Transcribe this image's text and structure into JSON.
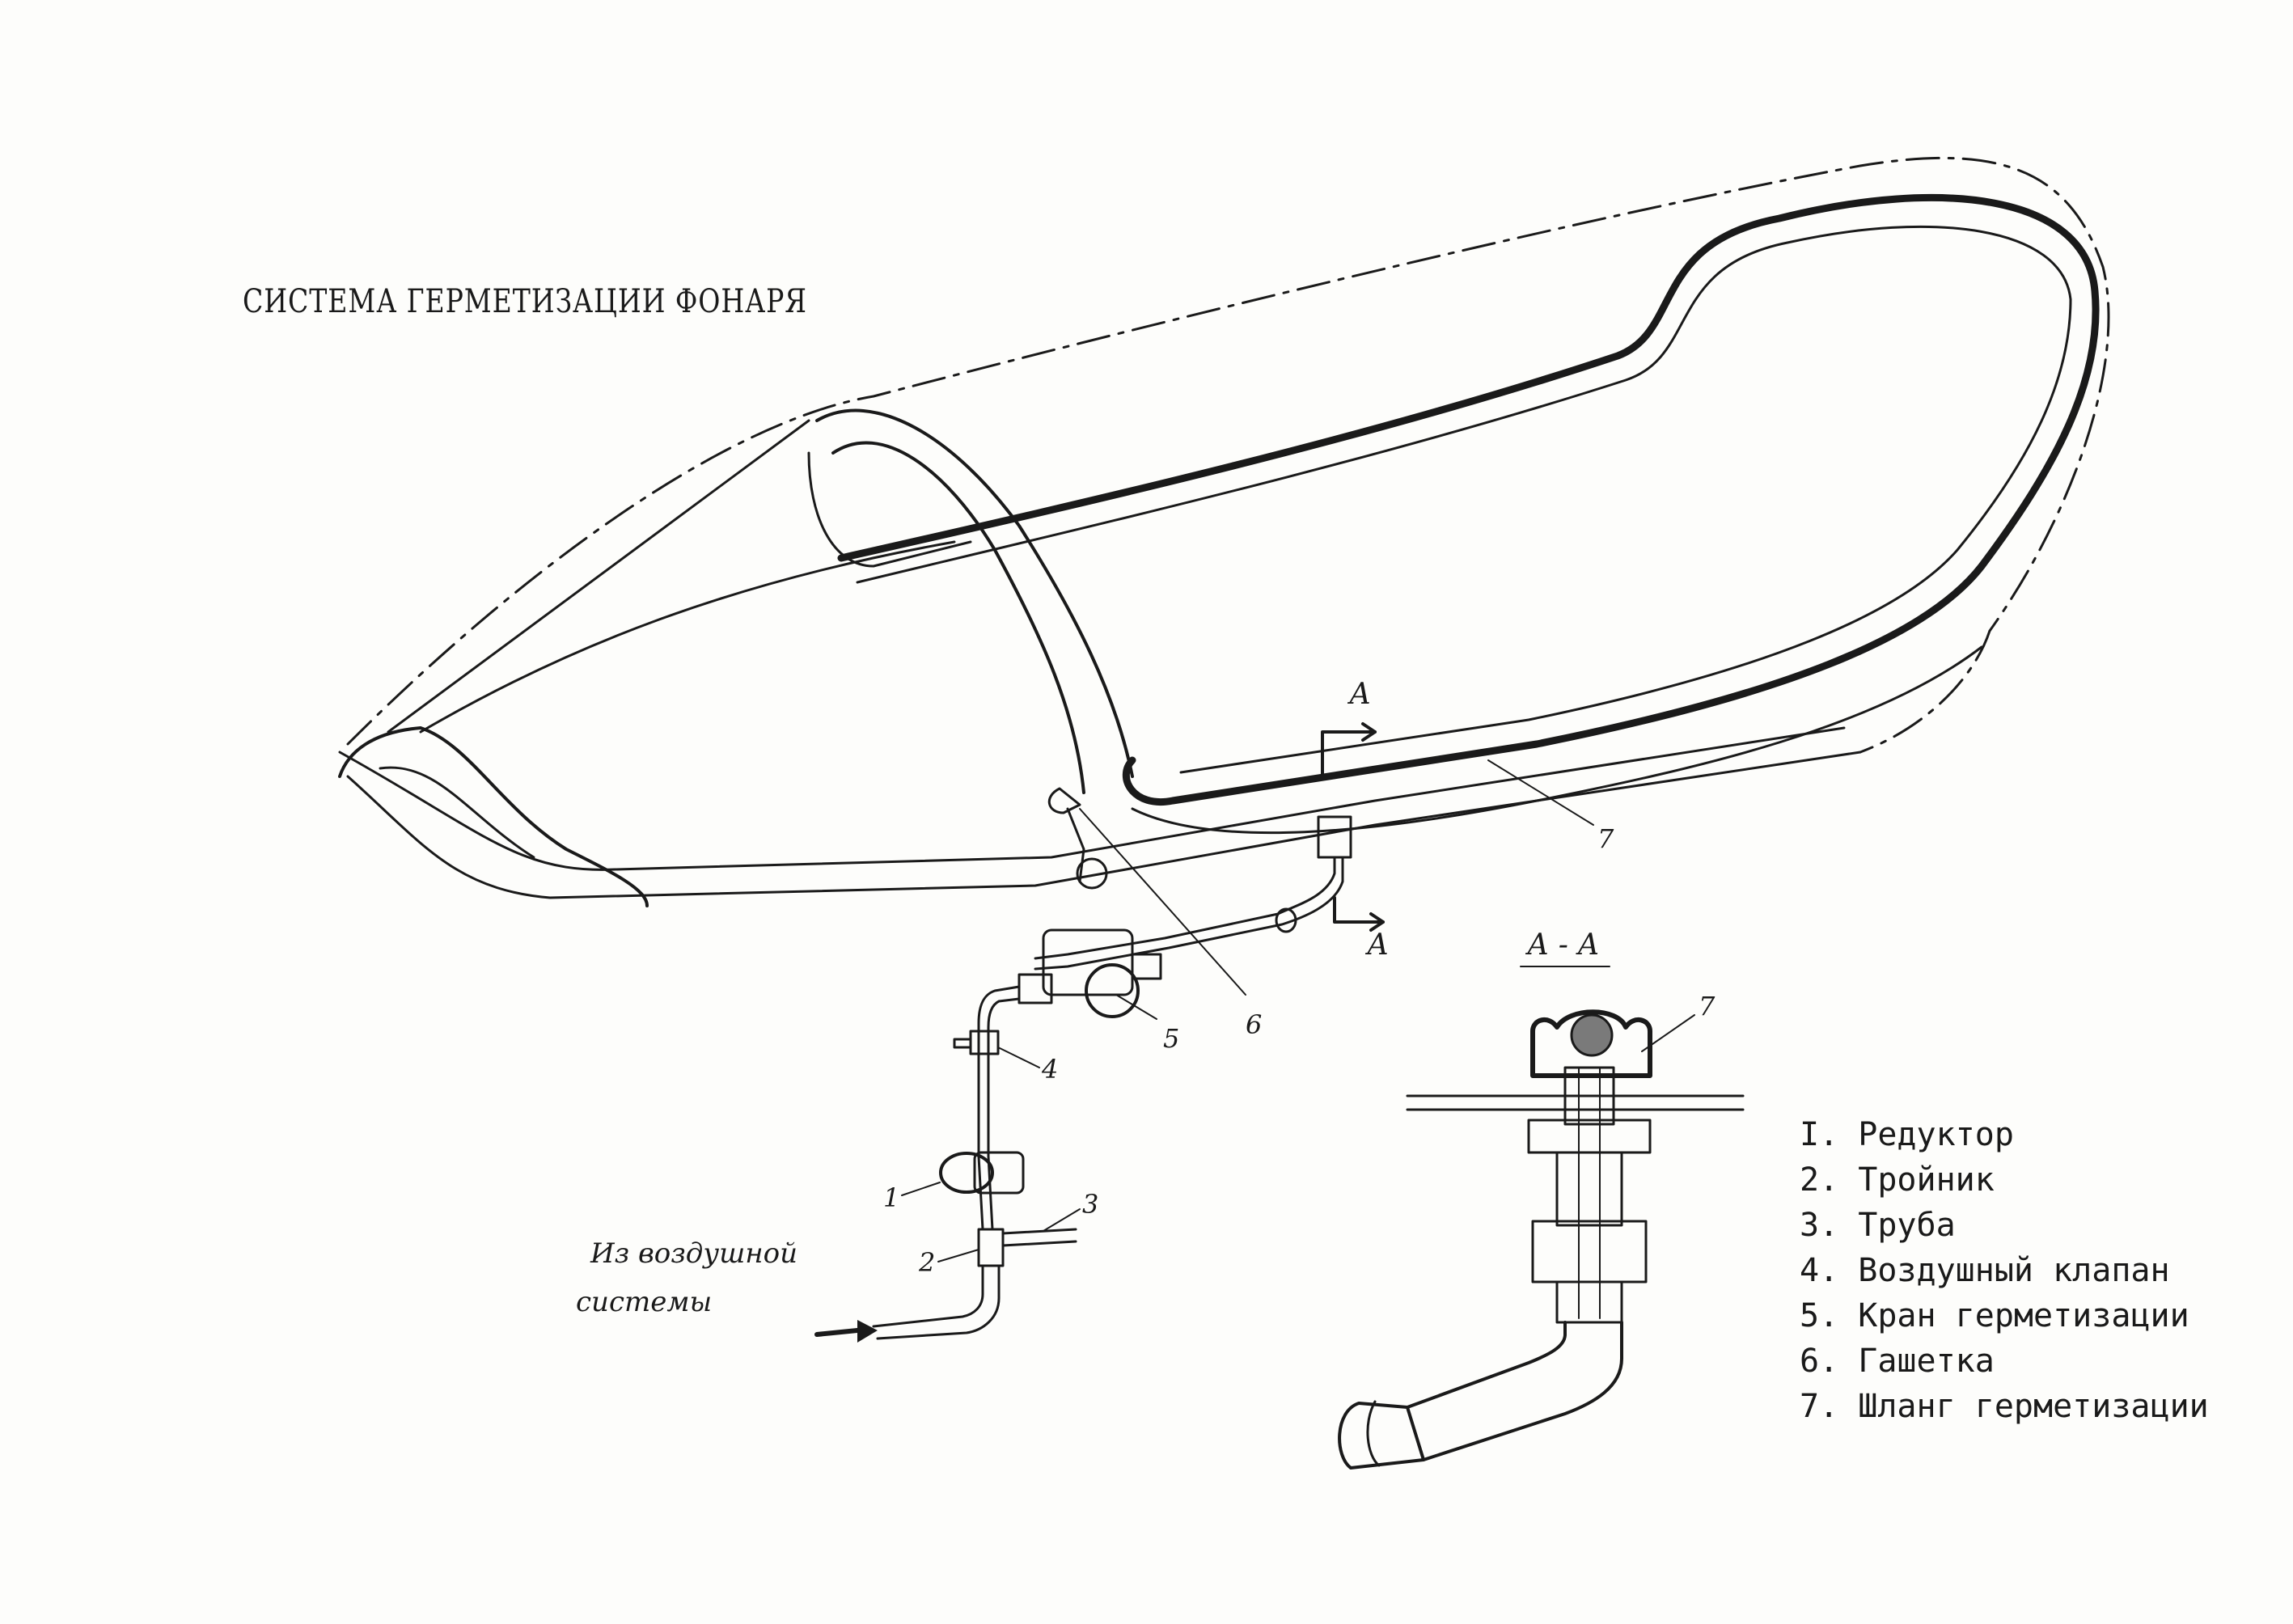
{
  "title": "СИСТЕМА ГЕРМЕТИЗАЦИИ ФОНАРЯ",
  "legend": [
    {
      "num": "I.",
      "text": "Редуктор"
    },
    {
      "num": "2.",
      "text": "Тройник"
    },
    {
      "num": "3.",
      "text": "Труба"
    },
    {
      "num": "4.",
      "text": "Воздушный клапан"
    },
    {
      "num": "5.",
      "text": "Кран герметизации"
    },
    {
      "num": "6.",
      "text": "Гашетка"
    },
    {
      "num": "7.",
      "text": "Шланг герметизации"
    }
  ],
  "callouts": {
    "c1": "1",
    "c2": "2",
    "c3": "3",
    "c4": "4",
    "c5": "5",
    "c6": "6",
    "c7": "7",
    "c7b": "7"
  },
  "section": {
    "marker_top": "А",
    "marker_bottom": "А",
    "view_title": "А - А"
  },
  "inlet": {
    "line1": "Из воздушной",
    "line2": "системы"
  },
  "colors": {
    "ink": "#1a1a1a",
    "paper": "#fdfdfb"
  }
}
